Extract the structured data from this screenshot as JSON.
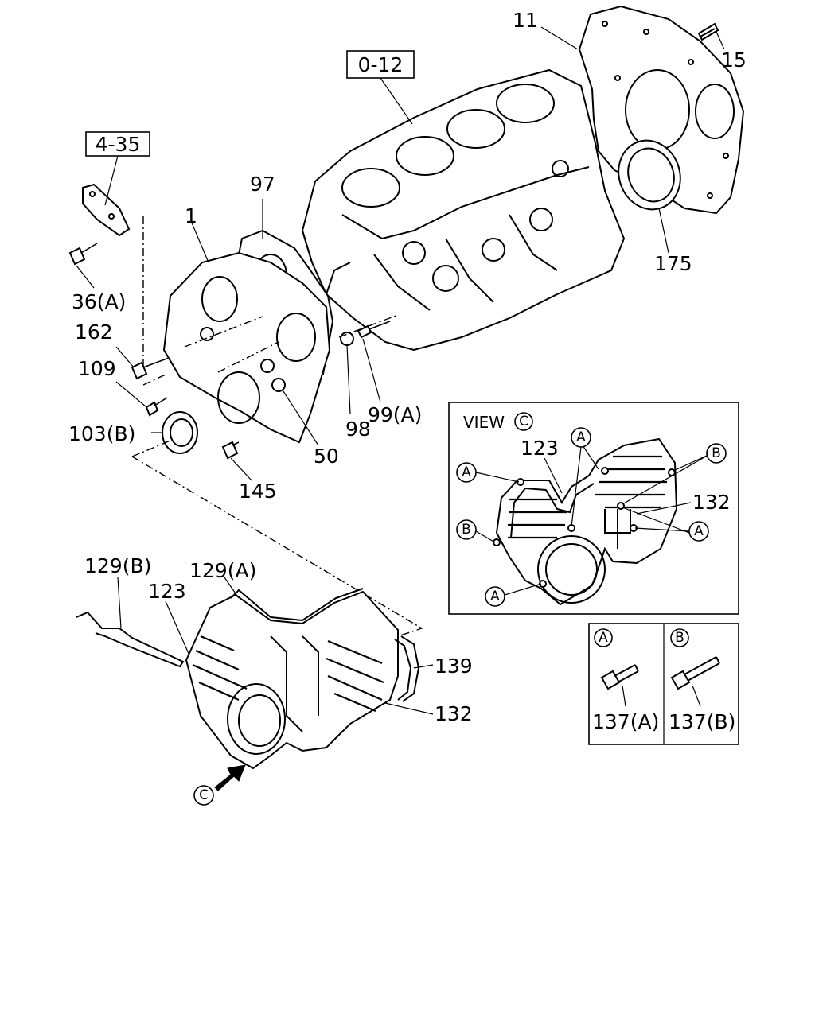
{
  "callouts": {
    "c11": "11",
    "c15": "15",
    "c0_12": "0-12",
    "c4_35": "4-35",
    "c97": "97",
    "c1": "1",
    "c175": "175",
    "c36a": "36(A)",
    "c162": "162",
    "c109": "109",
    "c103b": "103(B)",
    "c98": "98",
    "c99a": "99(A)",
    "c50": "50",
    "c145": "145",
    "c129b": "129(B)",
    "c129a": "129(A)",
    "c123": "123",
    "c139": "139",
    "c132": "132",
    "c_view": "C"
  },
  "view_c": {
    "title_prefix": "VIEW",
    "title_letter": "C",
    "c123": "123",
    "c132": "132",
    "letter_a": "A",
    "letter_b": "B"
  },
  "legend": {
    "a_letter": "A",
    "a_part": "137(A)",
    "b_letter": "B",
    "b_part": "137(B)"
  }
}
